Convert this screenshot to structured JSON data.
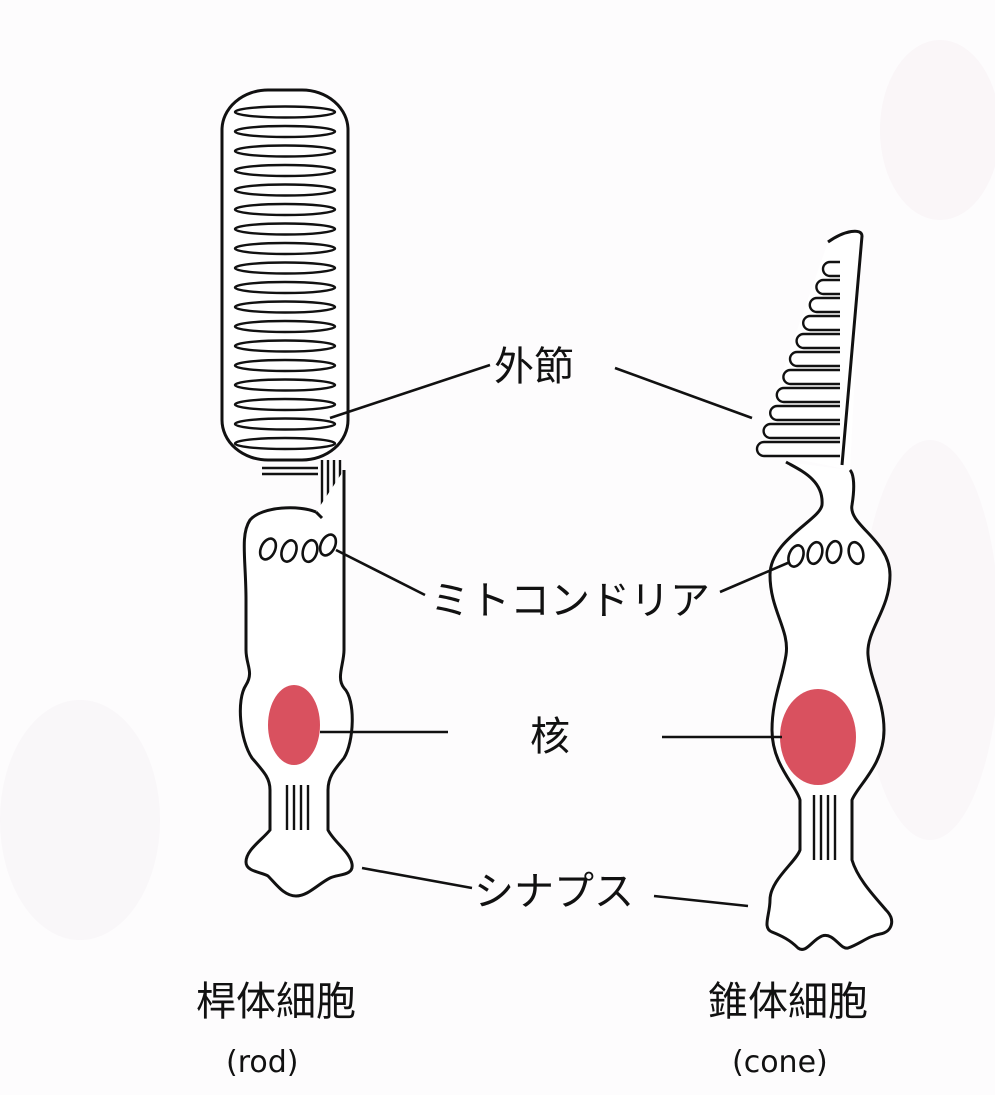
{
  "labels": {
    "outer_segment": "外節",
    "mitochondria": "ミトコンドリア",
    "nucleus": "核",
    "synapse": "シナプス"
  },
  "cells": [
    {
      "name": "桿体細胞",
      "english": "(rod)"
    },
    {
      "name": "錐体細胞",
      "english": "(cone)"
    }
  ],
  "colors": {
    "nucleus_fill": "#d9515f",
    "outline": "#111111",
    "background": "#fdfcfd"
  }
}
